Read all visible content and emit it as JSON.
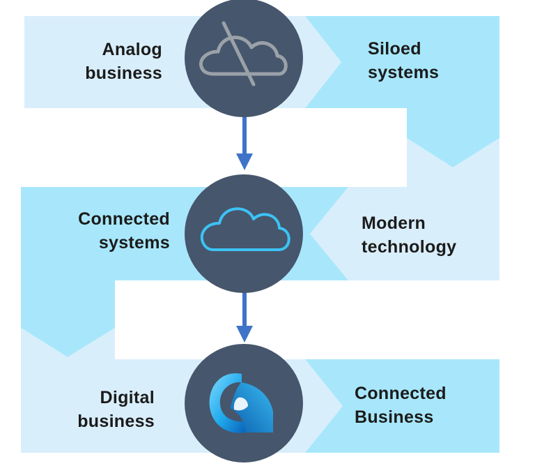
{
  "colors": {
    "light_band": "#d9eefb",
    "bright_band": "#a8e7fb",
    "circle": "#46566c",
    "arrow": "#3f73c8",
    "crossed_cloud": "#9aa1a8",
    "cloud": "#3cc3f4",
    "text": "#1b1b1b"
  },
  "stages": [
    {
      "left": [
        "Analog",
        "business"
      ],
      "right": [
        "Siloed",
        "systems"
      ],
      "icon": "crossed-out-cloud-icon"
    },
    {
      "left": [
        "Connected",
        "systems"
      ],
      "right": [
        "Modern",
        "technology"
      ],
      "icon": "cloud-icon"
    },
    {
      "left": [
        "Digital",
        "business"
      ],
      "right": [
        "Connected",
        "Business"
      ],
      "icon": "digital-logo-icon"
    }
  ],
  "arrows": [
    "down-arrow-1",
    "down-arrow-2"
  ]
}
